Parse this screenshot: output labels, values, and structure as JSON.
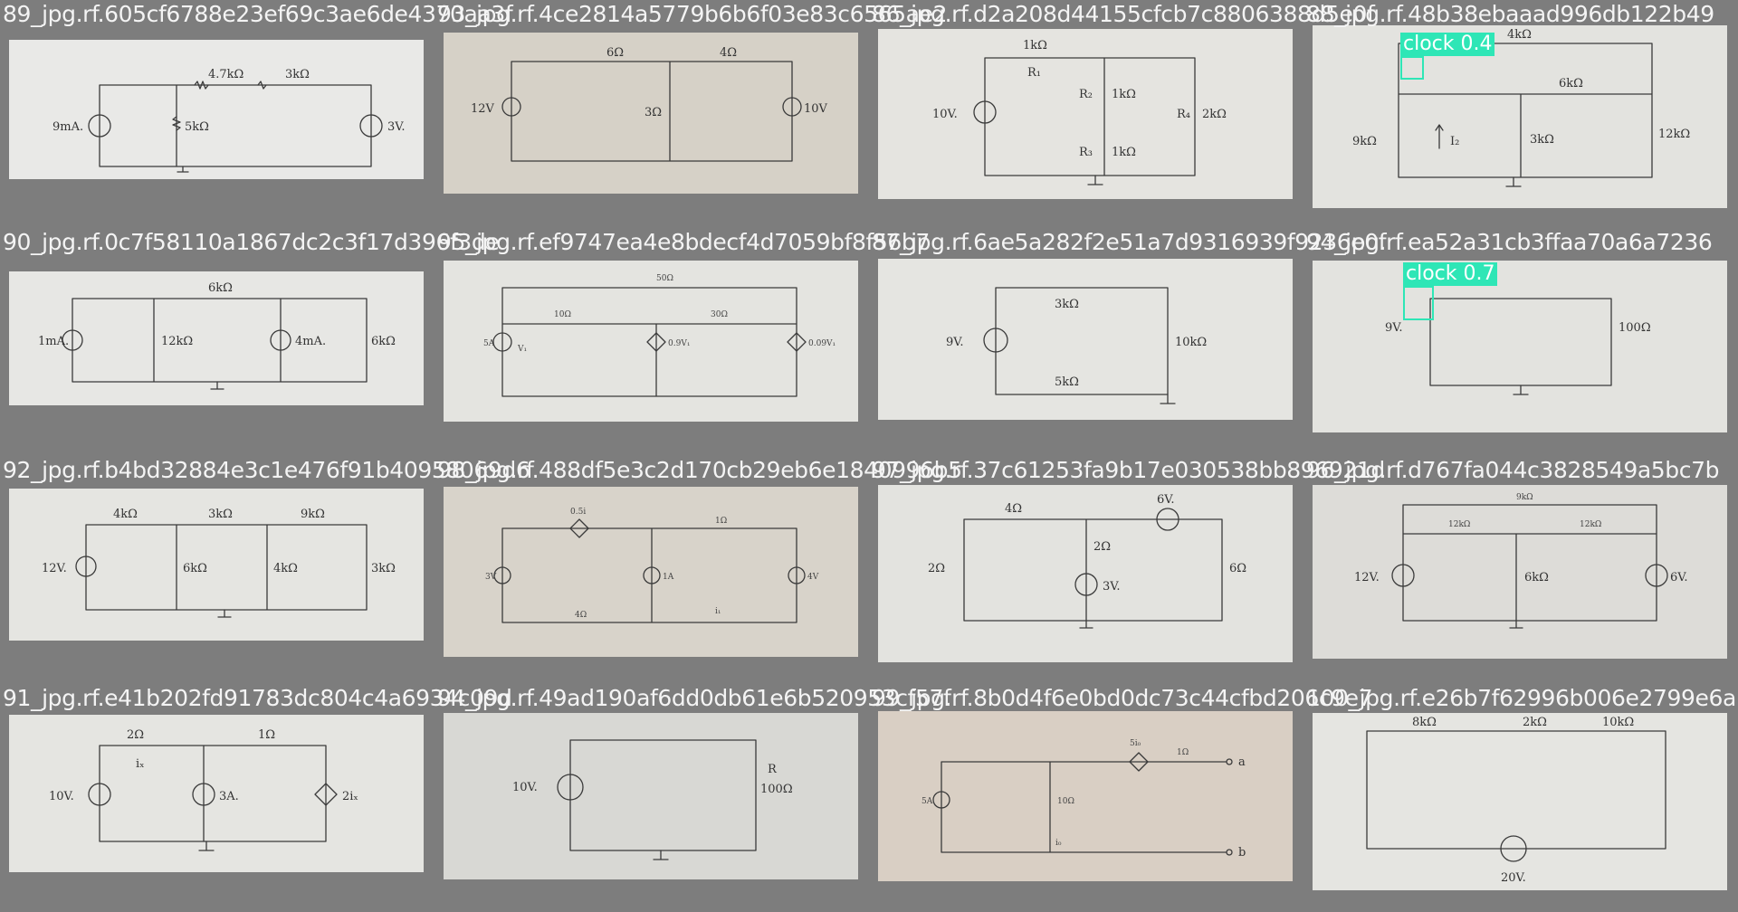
{
  "cells": [
    {
      "caption": "89_jpg.rf.605cf6788e23ef69c3ae6de4370aa3f"
    },
    {
      "caption": "93_jpg.rf.4ce2814a5779b6b6f03e83c6565ae2"
    },
    {
      "caption": "86_jpg.rf.d2a208d44155cfcb7c8806388d5e0f"
    },
    {
      "caption": "88_jpg.rf.48b38ebaaad996db122b49"
    },
    {
      "caption": "90_jpg.rf.0c7f58110a1867dc2c3f17d396f3de"
    },
    {
      "caption": "95_jpg.rf.ef9747ea4e8bdecf4d7059bf8f56b7"
    },
    {
      "caption": "87_jpg.rf.6ae5a282f2e51a7d9316939f9236e0f"
    },
    {
      "caption": "94_jpg.rf.ea52a31cb3ffaa70a6a7236"
    },
    {
      "caption": "92_jpg.rf.b4bd32884e3c1e476f91b40958069d6"
    },
    {
      "caption": "98_jpg.rf.488df5e3c2d170cb29eb6e1840996b5"
    },
    {
      "caption": "97_jpg.rf.37c61253fa9b17e030538bb896921d"
    },
    {
      "caption": "96_jpg.rf.d767fa044c3828549a5bc7b"
    },
    {
      "caption": "91_jpg.rf.e41b202fd91783dc804c4a6934c09d"
    },
    {
      "caption": "94_jpg.rf.49ad190af6dd0db61e6b520953cf57f"
    },
    {
      "caption": "99_jpg.rf.8b0d4f6e0bd0dc73c44cfbd206c9e7"
    },
    {
      "caption": "100_jpg.rf.e26b7f62996b006e2799e6a"
    }
  ],
  "detections": [
    {
      "label": "clock 0.4"
    },
    {
      "label": "clock 0.7"
    }
  ],
  "circuit_labels": {
    "c1": [
      "9mA.",
      "5kΩ",
      "4.7kΩ",
      "3kΩ",
      "3V."
    ],
    "c2": [
      "12V",
      "6Ω",
      "4Ω",
      "3Ω",
      "10V"
    ],
    "c3": [
      "1kΩ",
      "R₁",
      "10V.",
      "R₂",
      "1kΩ",
      "R₃",
      "1kΩ",
      "R₄",
      "2kΩ"
    ],
    "c4": [
      "4kΩ",
      "6kΩ",
      "9kΩ",
      "I₂",
      "3kΩ",
      "12kΩ"
    ],
    "c5": [
      "1mA.",
      "12kΩ",
      "6kΩ",
      "4mA.",
      "6kΩ"
    ],
    "c6": [
      "5A",
      "V₁",
      "10Ω",
      "30Ω",
      "50Ω",
      "0.9V₁",
      "0.09V₁"
    ],
    "c7": [
      "9V.",
      "3kΩ",
      "10kΩ",
      "5kΩ"
    ],
    "c8": [
      "9V.",
      "100Ω"
    ],
    "c9": [
      "12V.",
      "4kΩ",
      "3kΩ",
      "9kΩ",
      "6kΩ",
      "4kΩ",
      "3kΩ"
    ],
    "c10": [
      "3V",
      "0.5i",
      "1A",
      "1Ω",
      "4Ω",
      "4V",
      "i₁"
    ],
    "c11": [
      "4Ω",
      "6V.",
      "2Ω",
      "2Ω",
      "3V.",
      "6Ω"
    ],
    "c12": [
      "9kΩ",
      "12kΩ",
      "12kΩ",
      "12V.",
      "6kΩ",
      "6V."
    ],
    "c13": [
      "2Ω",
      "1Ω",
      "10V.",
      "iₓ",
      "3A.",
      "2iₓ"
    ],
    "c14": [
      "10V.",
      "R",
      "100Ω"
    ],
    "c15": [
      "5A",
      "10Ω",
      "5i₀",
      "1Ω",
      "a",
      "i₀",
      "b"
    ],
    "c16": [
      "8kΩ",
      "2kΩ",
      "10kΩ",
      "20V."
    ]
  }
}
